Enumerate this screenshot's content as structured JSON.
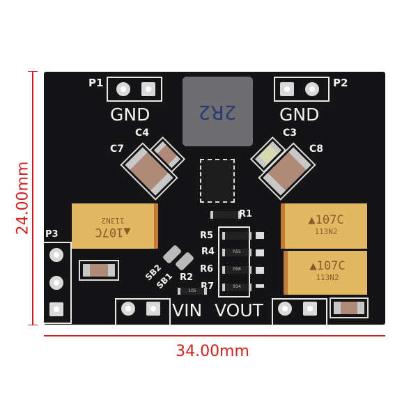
{
  "dimensions": {
    "height": "24.00mm",
    "width": "34.00mm"
  },
  "silkscreen": {
    "p1": "P1",
    "p2": "P2",
    "p3": "P3",
    "gnd_left": "GND",
    "gnd_right": "GND",
    "c3": "C3",
    "c4": "C4",
    "c7": "C7",
    "c8": "C8",
    "r1": "R1",
    "r2": "R2",
    "r4": "R4",
    "r5": "R5",
    "r6": "R6",
    "r7": "R7",
    "sb1": "SB1",
    "sb2": "SB2",
    "vin": "VIN",
    "vout": "VOUT"
  },
  "components": {
    "inductor": "2R2",
    "tantalum_code": "107C",
    "tantalum_lot": "113N2",
    "r4_code": "h55",
    "r6_code": "058",
    "r7_code": "914",
    "r2_code": "105"
  },
  "colors": {
    "board": "#141416",
    "silk": "#f2f2f2",
    "dimension": "#d02020"
  }
}
